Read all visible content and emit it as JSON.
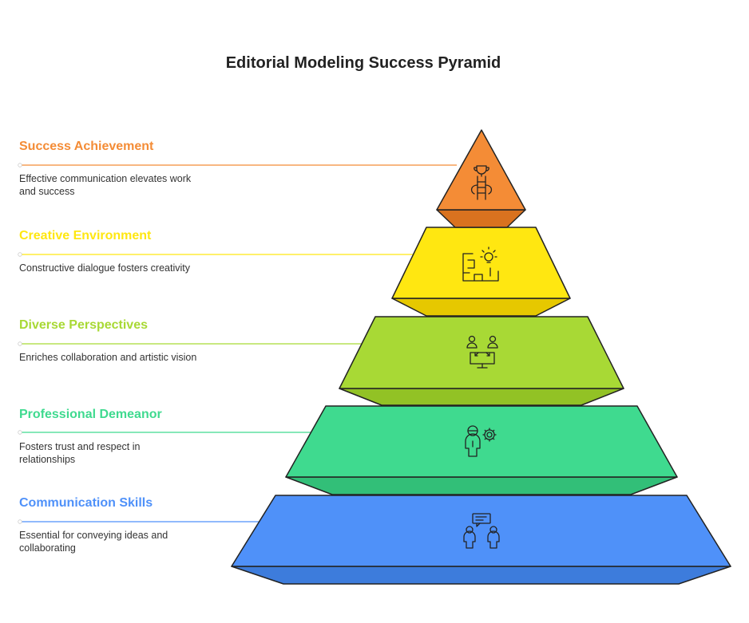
{
  "title": "Editorial Modeling Success Pyramid",
  "levels": [
    {
      "title": "Success Achievement",
      "description": "Effective communication elevates work and success",
      "color": "#F48C36",
      "icon": "trophy-ladder-icon"
    },
    {
      "title": "Creative Environment",
      "description": "Constructive dialogue fosters creativity",
      "color": "#FFE711",
      "icon": "lightbulb-maze-icon"
    },
    {
      "title": "Diverse Perspectives",
      "description": "Enriches collaboration and artistic vision",
      "color": "#A8D935",
      "icon": "people-screen-icon"
    },
    {
      "title": "Professional Demeanor",
      "description": "Fosters trust and respect in relationships",
      "color": "#3FDA8F",
      "icon": "person-gear-icon"
    },
    {
      "title": "Communication Skills",
      "description": "Essential for conveying ideas and collaborating",
      "color": "#4F91F9",
      "icon": "people-chat-icon"
    }
  ]
}
